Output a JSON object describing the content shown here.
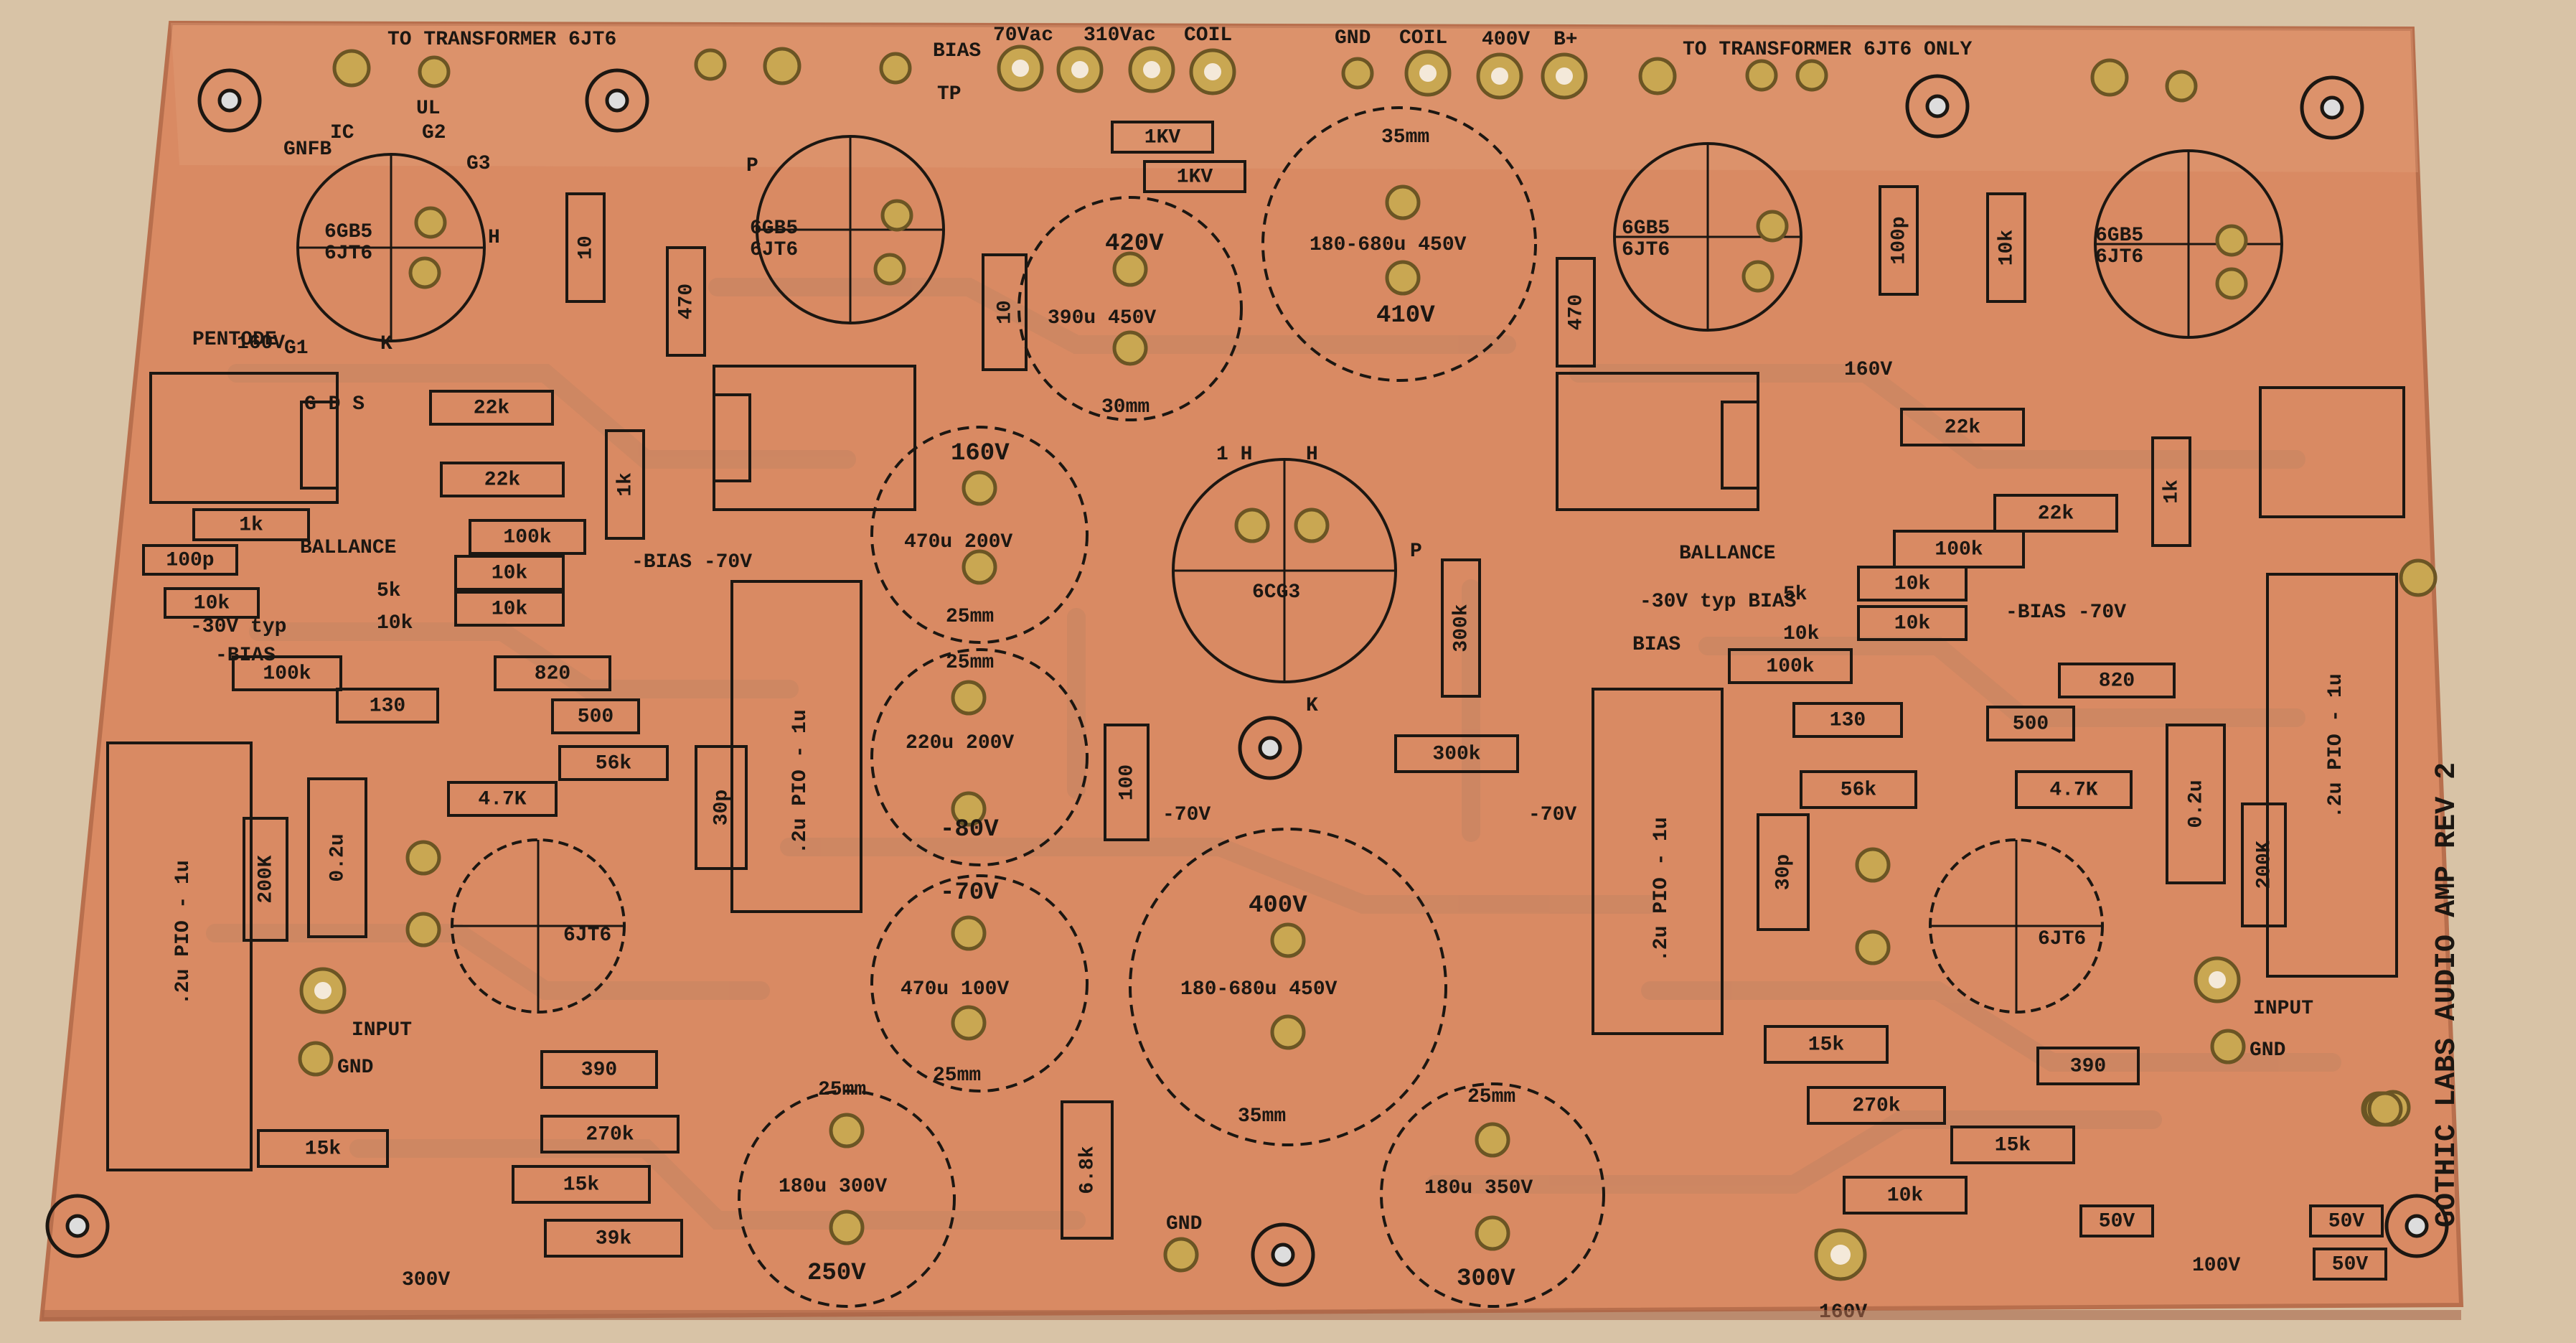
{
  "board": {
    "top_labels": [
      "TO TRANSFORMER 6JT6",
      "70Vac",
      "310Vac",
      "COIL",
      "BIAS",
      "GND",
      "COIL",
      "400V",
      "B+",
      "TO TRANSFORMER 6JT6 ONLY"
    ],
    "tube_labels": [
      "6GB5",
      "6JT6",
      "6GB5",
      "6JT6",
      "6GB5",
      "6JT6",
      "6GB5",
      "6JT6",
      "6CG3",
      "6JT6",
      "6JT6"
    ],
    "pin_labels": [
      "IC",
      "UL",
      "G2",
      "G3",
      "H",
      "K",
      "G1",
      "P",
      "TP",
      "GNFB",
      "PENTODE",
      "G D S"
    ],
    "capacitors": [
      "420V",
      "390u 450V",
      "180-680u 450V",
      "410V",
      "160V",
      "470u 200V",
      "220u 200V",
      "-80V",
      "-70V",
      "470u 100V",
      "400V",
      "180-680u 450V",
      "180u 300V",
      "250V",
      "180u 350V",
      "300V"
    ],
    "dimension_marks": [
      "35mm",
      "30mm",
      "25mm",
      "25mm",
      "25mm",
      "35mm",
      "25mm",
      "25mm"
    ],
    "resistors": [
      "1KV",
      "1KV",
      "10",
      "470",
      "10",
      "470",
      "22k",
      "22k",
      "1k",
      "1k",
      "100k",
      "10k",
      "10k",
      "100k",
      "820",
      "130",
      "500",
      "56k",
      "4.7K",
      "200K",
      "0.2u",
      "30p",
      "100",
      "300k",
      "300k",
      "390",
      "270k",
      "15k",
      "15k",
      "39k",
      "6.8k",
      "22k",
      "22k",
      "1k",
      "100k",
      "10k",
      "10k",
      "100k",
      "820",
      "130",
      "500",
      "56k",
      "4.7K",
      "0.2u",
      "200K",
      "30p",
      "15k",
      "270k",
      "390",
      "15k",
      "10k",
      "50V",
      "50V",
      "50V",
      "100p",
      "10k",
      "100p",
      "10k"
    ],
    "misc_labels": [
      "BALLANCE",
      "5k",
      "10k",
      "-30V typ",
      "-BIAS",
      "-BIAS -70V",
      "-70V",
      "-70V",
      "-70V",
      "-70V",
      "160V",
      "160V",
      "INPUT",
      "GND",
      "INPUT",
      "GND",
      "GND",
      "300V",
      "160V",
      "100V",
      "BIAS",
      "-30V typ BIAS",
      "5k",
      "10k",
      "BALLANCE",
      "-BIAS -70V",
      "1 H",
      "H",
      "P",
      "K",
      "-80V",
      "160V"
    ],
    "pio_labels": [
      ".2u PIO - 1u",
      ".2u PIO - 1u",
      ".2u PIO - 1u",
      ".2u PIO - 1u"
    ],
    "edge_text": "GOTHIC LABS AUDIO AMP REV 2"
  },
  "colors": {
    "background": "#d8c3a6",
    "pcb": "#d98a63",
    "trace": "#cf8e6a",
    "silkscreen": "#1c1712",
    "pad": "#c9a752"
  }
}
